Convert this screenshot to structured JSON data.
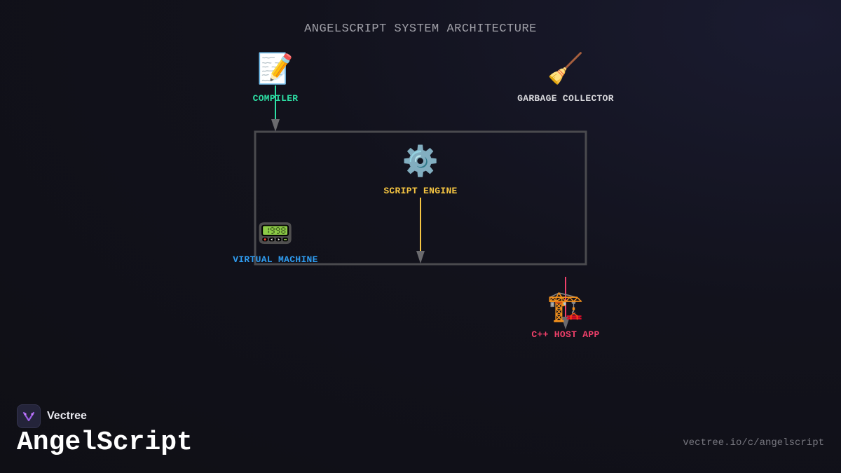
{
  "diagram": {
    "title": "ANGELSCRIPT SYSTEM ARCHITECTURE",
    "nodes": {
      "compiler": {
        "label": "COMPILER",
        "icon": "📝",
        "icon_name": "memo-icon",
        "color": "#2de0a5"
      },
      "garbage_collector": {
        "label": "GARBAGE COLLECTOR",
        "icon": "🧹",
        "icon_name": "broom-icon",
        "color": "#d8d8dc"
      },
      "script_engine": {
        "label": "SCRIPT ENGINE",
        "icon": "⚙️",
        "icon_name": "gear-icon",
        "color": "#f5c542"
      },
      "virtual_machine": {
        "label": "VIRTUAL MACHINE",
        "icon": "📟",
        "icon_name": "pager-icon",
        "color": "#2f9cf0"
      },
      "host_app": {
        "label": "C++ HOST APP",
        "icon": "🏗️",
        "icon_name": "construction-crane-icon",
        "color": "#f0406a"
      }
    },
    "edges": [
      {
        "from": "COMPILER",
        "to": "SCRIPT ENGINE",
        "color": "#2de0a5"
      },
      {
        "from": "SCRIPT ENGINE",
        "to": "VIRTUAL MACHINE",
        "color": "#f5c542"
      },
      {
        "from": "SCRIPT ENGINE",
        "to": "C++ HOST APP",
        "color": "#f0406a"
      }
    ]
  },
  "footer": {
    "brand": "Vectree",
    "product": "AngelScript",
    "url": "vectree.io/c/angelscript"
  }
}
